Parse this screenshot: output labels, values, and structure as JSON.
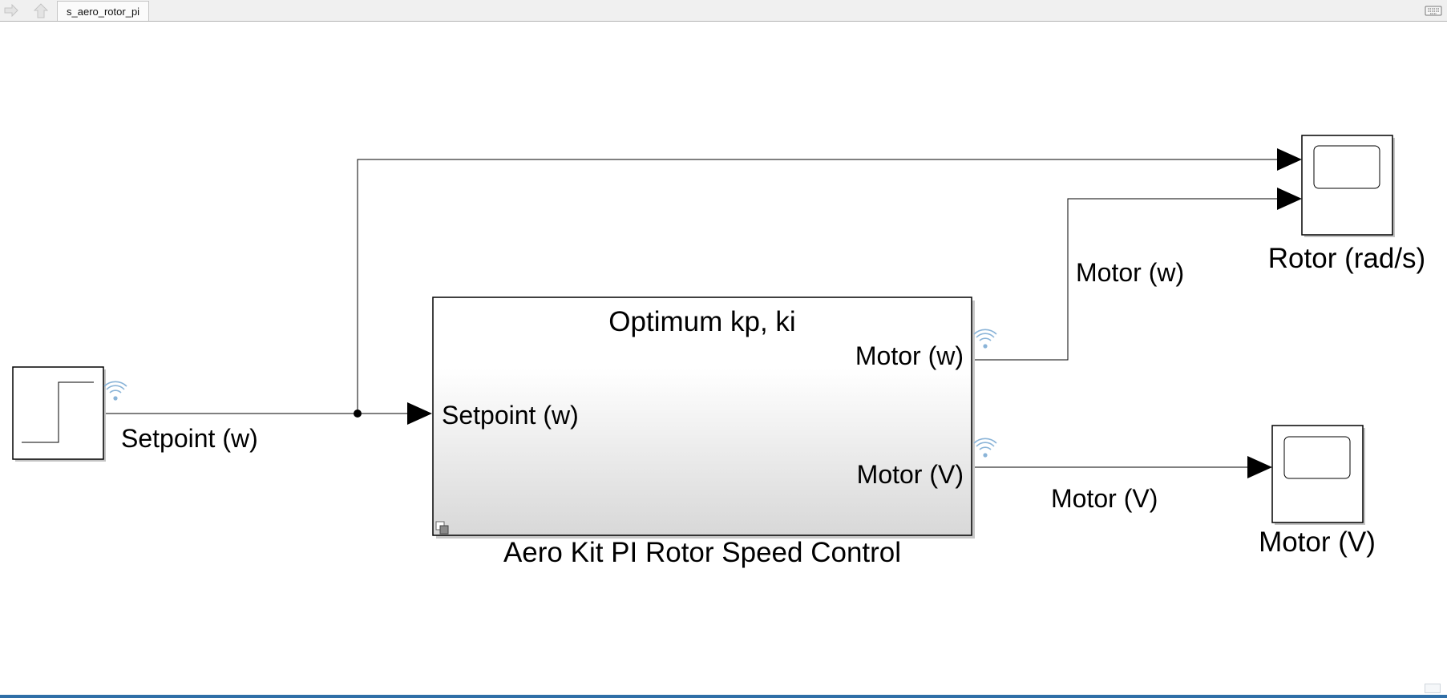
{
  "tab": {
    "label": "s_aero_rotor_pi"
  },
  "subsystem": {
    "title": "Optimum kp, ki",
    "name": "Aero Kit PI Rotor Speed Control",
    "input_port": "Setpoint (w)",
    "output_port_1": "Motor (w)",
    "output_port_2": "Motor (V)"
  },
  "signals": {
    "setpoint": "Setpoint (w)",
    "motor_w": "Motor (w)",
    "motor_v": "Motor (V)"
  },
  "scopes": {
    "rotor": "Rotor (rad/s)",
    "motor_v": "Motor (V)"
  },
  "colors": {
    "wifi_icon": "#8ab4d8",
    "status_line": "#2f6fa7",
    "line": "#000000"
  }
}
